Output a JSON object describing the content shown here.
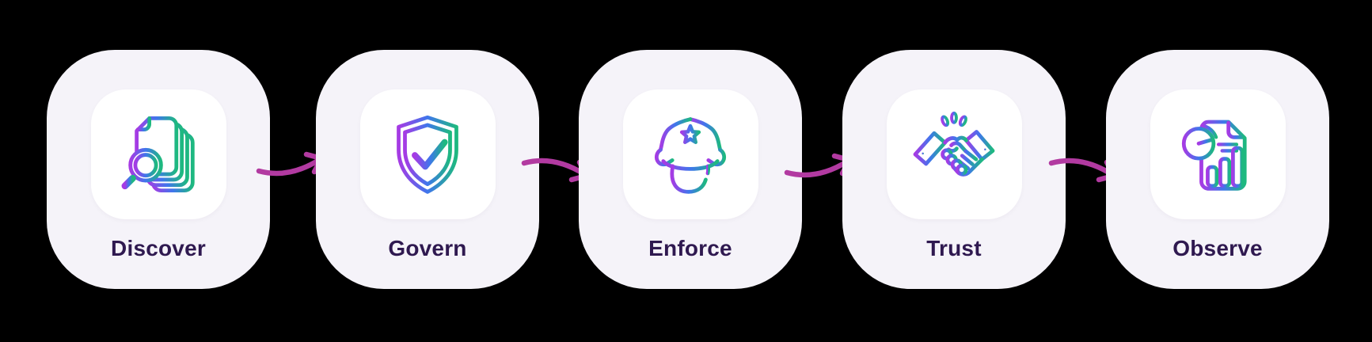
{
  "diagram": {
    "title": "data-governance-flow",
    "steps": [
      {
        "label": "Discover",
        "icon": "document-search-icon"
      },
      {
        "label": "Govern",
        "icon": "shield-check-icon"
      },
      {
        "label": "Enforce",
        "icon": "police-cap-icon"
      },
      {
        "label": "Trust",
        "icon": "handshake-icon"
      },
      {
        "label": "Observe",
        "icon": "report-chart-icon"
      }
    ],
    "connectors": {
      "count": 4,
      "style": "curved-arrow",
      "directions": [
        "up-right",
        "down-right",
        "up-right",
        "down-right"
      ]
    },
    "colors": {
      "page_background": "#000000",
      "card_background": "#F5F3F9",
      "tile_background": "#FFFFFF",
      "label_text": "#2F1950",
      "arrow": "#B23AA1",
      "icon_gradient_start": "#A63BE4",
      "icon_gradient_mid": "#3F76EC",
      "icon_gradient_end": "#1EB97F"
    }
  }
}
